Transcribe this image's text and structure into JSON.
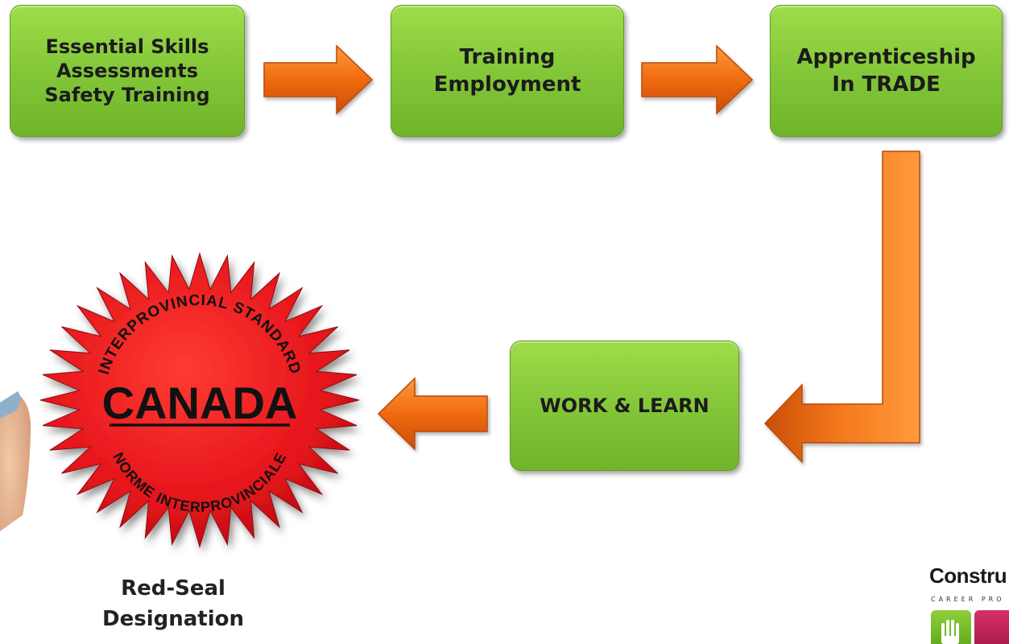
{
  "boxes": {
    "step1": {
      "lines": [
        "Essential Skills",
        "Assessments",
        "Safety Training"
      ]
    },
    "step2": {
      "lines": [
        "Training",
        "Employment"
      ]
    },
    "step3": {
      "lines": [
        "Apprenticeship",
        "In TRADE"
      ]
    },
    "step4": {
      "lines": [
        "WORK & LEARN"
      ]
    }
  },
  "seal": {
    "top_text": "INTERPROVINCIAL STANDARD",
    "center_text": "CANADA",
    "bottom_text": "NORME INTERPROVINCIALE"
  },
  "caption": {
    "lines": [
      "Red-Seal",
      "Designation"
    ]
  },
  "logo": {
    "word": "Constru",
    "subtitle": "CAREER PRO"
  },
  "colors": {
    "box_green": "#86c93a",
    "arrow_orange": "#f06a10",
    "seal_red": "#e5141b"
  }
}
